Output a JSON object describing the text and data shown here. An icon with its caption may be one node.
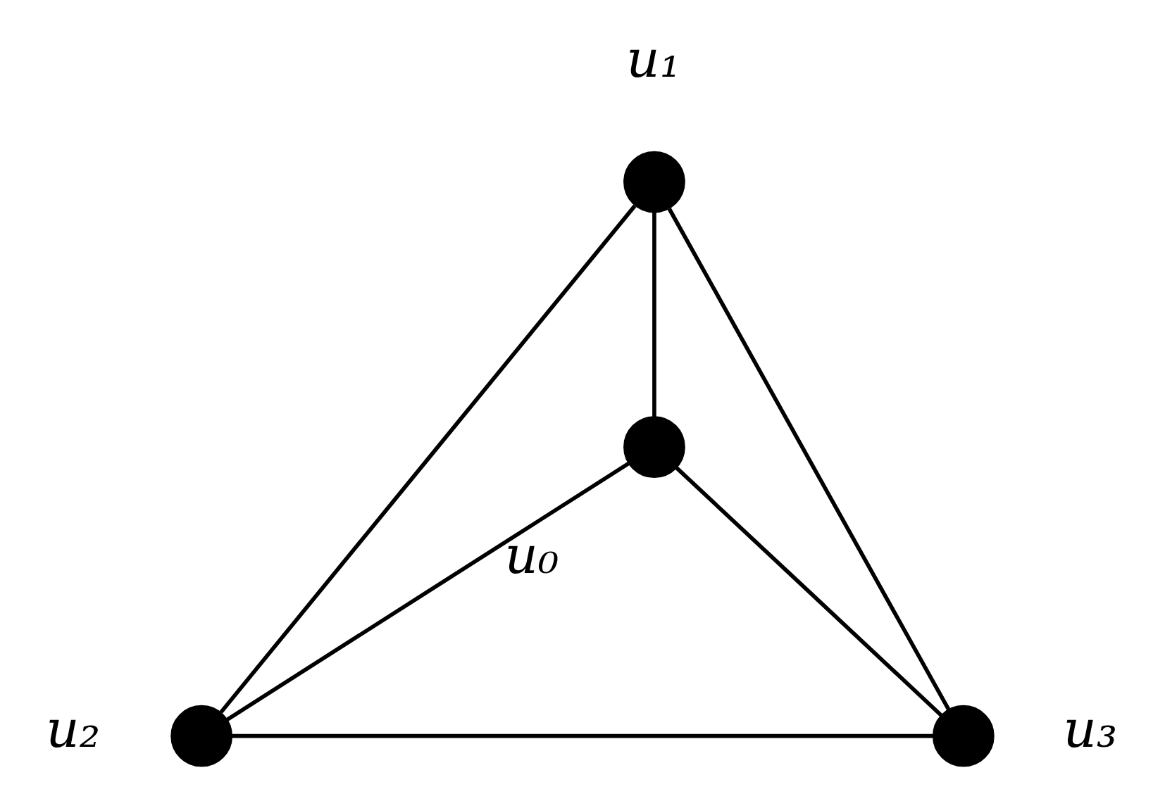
{
  "diagram": {
    "nodes": [
      {
        "text": [],
        "shape": "circle",
        "beside": [
          "u₁"
        ]
      },
      {
        "text": [],
        "shape": "circle",
        "beside": [
          "u₀"
        ]
      },
      {
        "text": [],
        "shape": "circle",
        "beside": [
          "u₂"
        ]
      },
      {
        "text": [],
        "shape": "circle",
        "beside": [
          "u₃"
        ]
      }
    ],
    "edges": [
      {
        "from": 0,
        "to": 1,
        "arrow": "none"
      },
      {
        "from": 0,
        "to": 2,
        "arrow": "none"
      },
      {
        "from": 0,
        "to": 3,
        "arrow": "none"
      },
      {
        "from": 1,
        "to": 2,
        "arrow": "none"
      },
      {
        "from": 1,
        "to": 3,
        "arrow": "none"
      },
      {
        "from": 2,
        "to": 3,
        "arrow": "none"
      }
    ]
  }
}
